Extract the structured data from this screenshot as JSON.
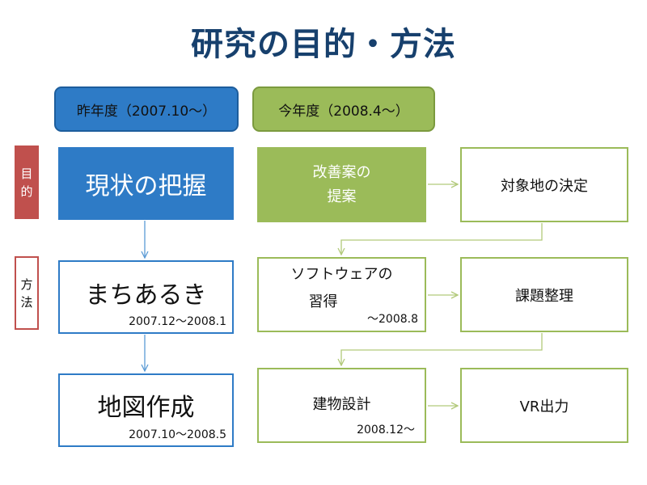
{
  "title": "研究の目的・方法",
  "columns": {
    "last_year": "昨年度（2007.10～）",
    "this_year": "今年度（2008.4～）"
  },
  "rows": {
    "purpose": [
      "目",
      "的"
    ],
    "method": [
      "方",
      "法"
    ]
  },
  "last_year_boxes": {
    "grasp": "現状の把握",
    "machiaruki": {
      "label": "まちあるき",
      "period": "2007.12～2008.1"
    },
    "map": {
      "label": "地図作成",
      "period": "2007.10～2008.5"
    }
  },
  "this_year_boxes": {
    "proposal": [
      "改善案の",
      "提案"
    ],
    "target_site": "対象地の決定",
    "software": {
      "label": [
        "ソフトウェアの",
        "習得"
      ],
      "period": "～2008.8"
    },
    "issues": "課題整理",
    "building": {
      "label": "建物設計",
      "period": "2008.12～"
    },
    "vr": "VR出力"
  },
  "colors": {
    "title": "#17406d",
    "blue": "#2e7bc6",
    "green": "#9bbb59",
    "red": "#c0504d"
  }
}
